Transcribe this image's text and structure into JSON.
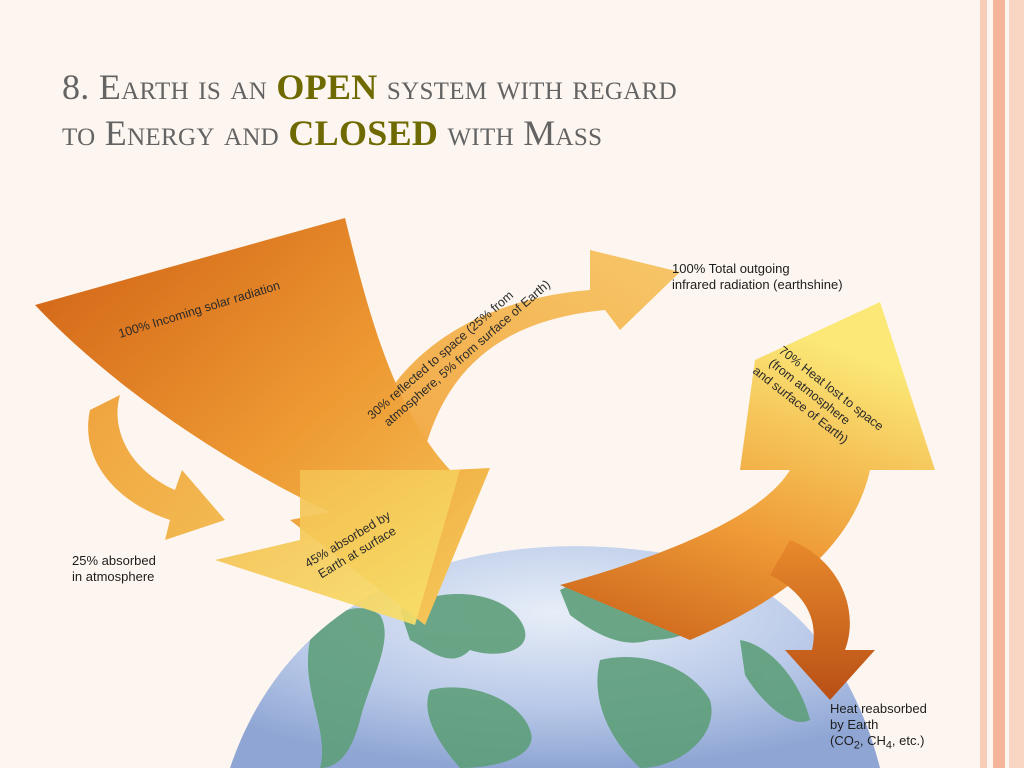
{
  "slide": {
    "title": {
      "part1": "8. Earth is an ",
      "open": "OPEN",
      "part2": " system with regard",
      "part3": "to Energy and ",
      "closed": "CLOSED",
      "part4": " with Mass"
    }
  },
  "diagram": {
    "incoming_solar": "100% Incoming solar radiation",
    "reflected_line1": "30% reflected to space (25% from",
    "reflected_line2": "atmosphere, 5% from surface of Earth)",
    "total_outgoing_line1": "100% Total outgoing",
    "total_outgoing_line2": "infrared radiation (earthshine)",
    "heat_lost_line1": "70% Heat lost to space",
    "heat_lost_line2": "(from atmosphere",
    "heat_lost_line3": "and surface of Earth)",
    "absorbed_atm_line1": "25% absorbed",
    "absorbed_atm_line2": "in atmosphere",
    "absorbed_surface_line1": "45% absorbed by",
    "absorbed_surface_line2": "Earth at surface",
    "reabsorbed_line1": "Heat reabsorbed",
    "reabsorbed_line2": "by Earth",
    "reabsorbed_line3_a": "(CO",
    "reabsorbed_line3_sub1": "2",
    "reabsorbed_line3_b": ", CH",
    "reabsorbed_line3_sub2": "4",
    "reabsorbed_line3_c": ", etc.)"
  },
  "colors": {
    "title_text": "#636363",
    "title_emphasis": "#6f6a00",
    "arrow_dark": "#d8701e",
    "arrow_light": "#f8df6a",
    "ocean": "#b9c9e8",
    "land": "#5e9f7a"
  }
}
